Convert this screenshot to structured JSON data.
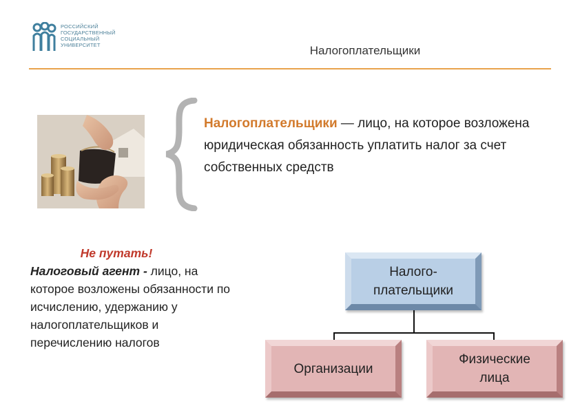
{
  "header": {
    "logo_lines": [
      "Российский",
      "государственный",
      "социальный",
      "университет"
    ],
    "title": "Налогоплательщики"
  },
  "definition": {
    "term": "Налогоплательщики",
    "text": " — лицо, на которое возложена юридическая обязанность уплатить налог за счет собственных средств"
  },
  "warning": {
    "title": "Не путать!",
    "agent_term": "Налоговый агент -",
    "agent_text": " лицо, на которое возложены обязанности по исчислению, удержанию у налогоплательщиков и перечислению налогов"
  },
  "diagram": {
    "root": "Налого-\nплательщики",
    "children": [
      "Организации",
      "Физические\nлица"
    ]
  },
  "colors": {
    "accent_orange": "#e9a24a",
    "term_color": "#d27a2c",
    "warning_red": "#c0392b",
    "root_box": "#b9cfe6",
    "child_box": "#e2b5b5"
  }
}
